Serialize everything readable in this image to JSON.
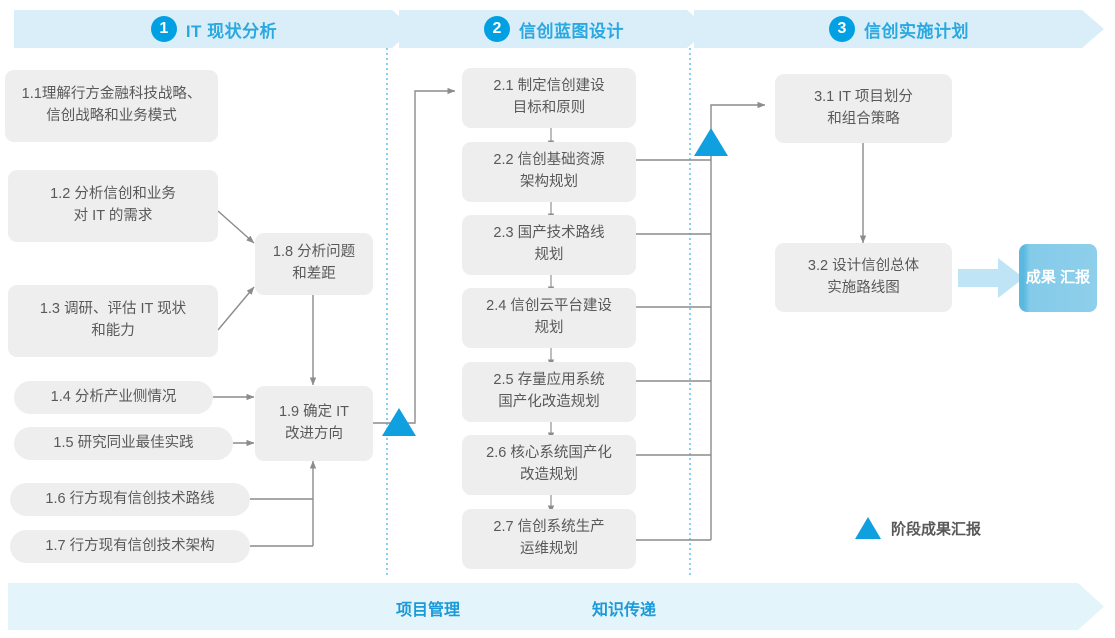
{
  "phases": [
    {
      "num": "1",
      "label": "IT 现状分析"
    },
    {
      "num": "2",
      "label": "信创蓝图设计"
    },
    {
      "num": "3",
      "label": "信创实施计划"
    }
  ],
  "phase1_tasks": [
    {
      "id": "1.1",
      "lines": [
        "1.1理解行方金融科技战略、",
        "信创战略和业务模式"
      ]
    },
    {
      "id": "1.2",
      "lines": [
        "1.2 分析信创和业务",
        "对 IT 的需求"
      ]
    },
    {
      "id": "1.3",
      "lines": [
        "1.3 调研、评估 IT 现状",
        "和能力"
      ]
    },
    {
      "id": "1.4",
      "lines": [
        "1.4 分析产业侧情况"
      ]
    },
    {
      "id": "1.5",
      "lines": [
        "1.5 研究同业最佳实践"
      ]
    },
    {
      "id": "1.6",
      "lines": [
        "1.6 行方现有信创技术路线"
      ]
    },
    {
      "id": "1.7",
      "lines": [
        "1.7 行方现有信创技术架构"
      ]
    },
    {
      "id": "1.8",
      "lines": [
        "1.8 分析问题",
        "和差距"
      ]
    },
    {
      "id": "1.9",
      "lines": [
        "1.9 确定 IT",
        "改进方向"
      ]
    }
  ],
  "phase2_tasks": [
    {
      "id": "2.1",
      "lines": [
        "2.1 制定信创建设",
        "目标和原则"
      ]
    },
    {
      "id": "2.2",
      "lines": [
        "2.2 信创基础资源",
        "架构规划"
      ]
    },
    {
      "id": "2.3",
      "lines": [
        "2.3 国产技术路线",
        "规划"
      ]
    },
    {
      "id": "2.4",
      "lines": [
        "2.4 信创云平台建设",
        "规划"
      ]
    },
    {
      "id": "2.5",
      "lines": [
        "2.5 存量应用系统",
        "国产化改造规划"
      ]
    },
    {
      "id": "2.6",
      "lines": [
        "2.6 核心系统国产化",
        "改造规划"
      ]
    },
    {
      "id": "2.7",
      "lines": [
        "2.7 信创系统生产",
        "运维规划"
      ]
    }
  ],
  "phase3_tasks": [
    {
      "id": "3.1",
      "lines": [
        "3.1 IT 项目划分",
        "和组合策略"
      ]
    },
    {
      "id": "3.2",
      "lines": [
        "3.2 设计信创总体",
        "实施路线图"
      ]
    }
  ],
  "result_badge": {
    "lines": [
      "成果",
      "汇报"
    ]
  },
  "legend": {
    "label": "阶段成果汇报",
    "icon": "triangle-icon"
  },
  "bottom_lane": {
    "labels": [
      "项目管理",
      "知识传递"
    ]
  },
  "colors": {
    "brand_blue": "#00a0e3",
    "label_blue": "#2aa8e0",
    "banner_bg": "#d9eef9",
    "lane_bg": "#e4f4fb",
    "box_bg": "#eeeeee",
    "box_text": "#595959",
    "connector": "#8c8c8c",
    "badge_blue": "#8ecfeb"
  }
}
